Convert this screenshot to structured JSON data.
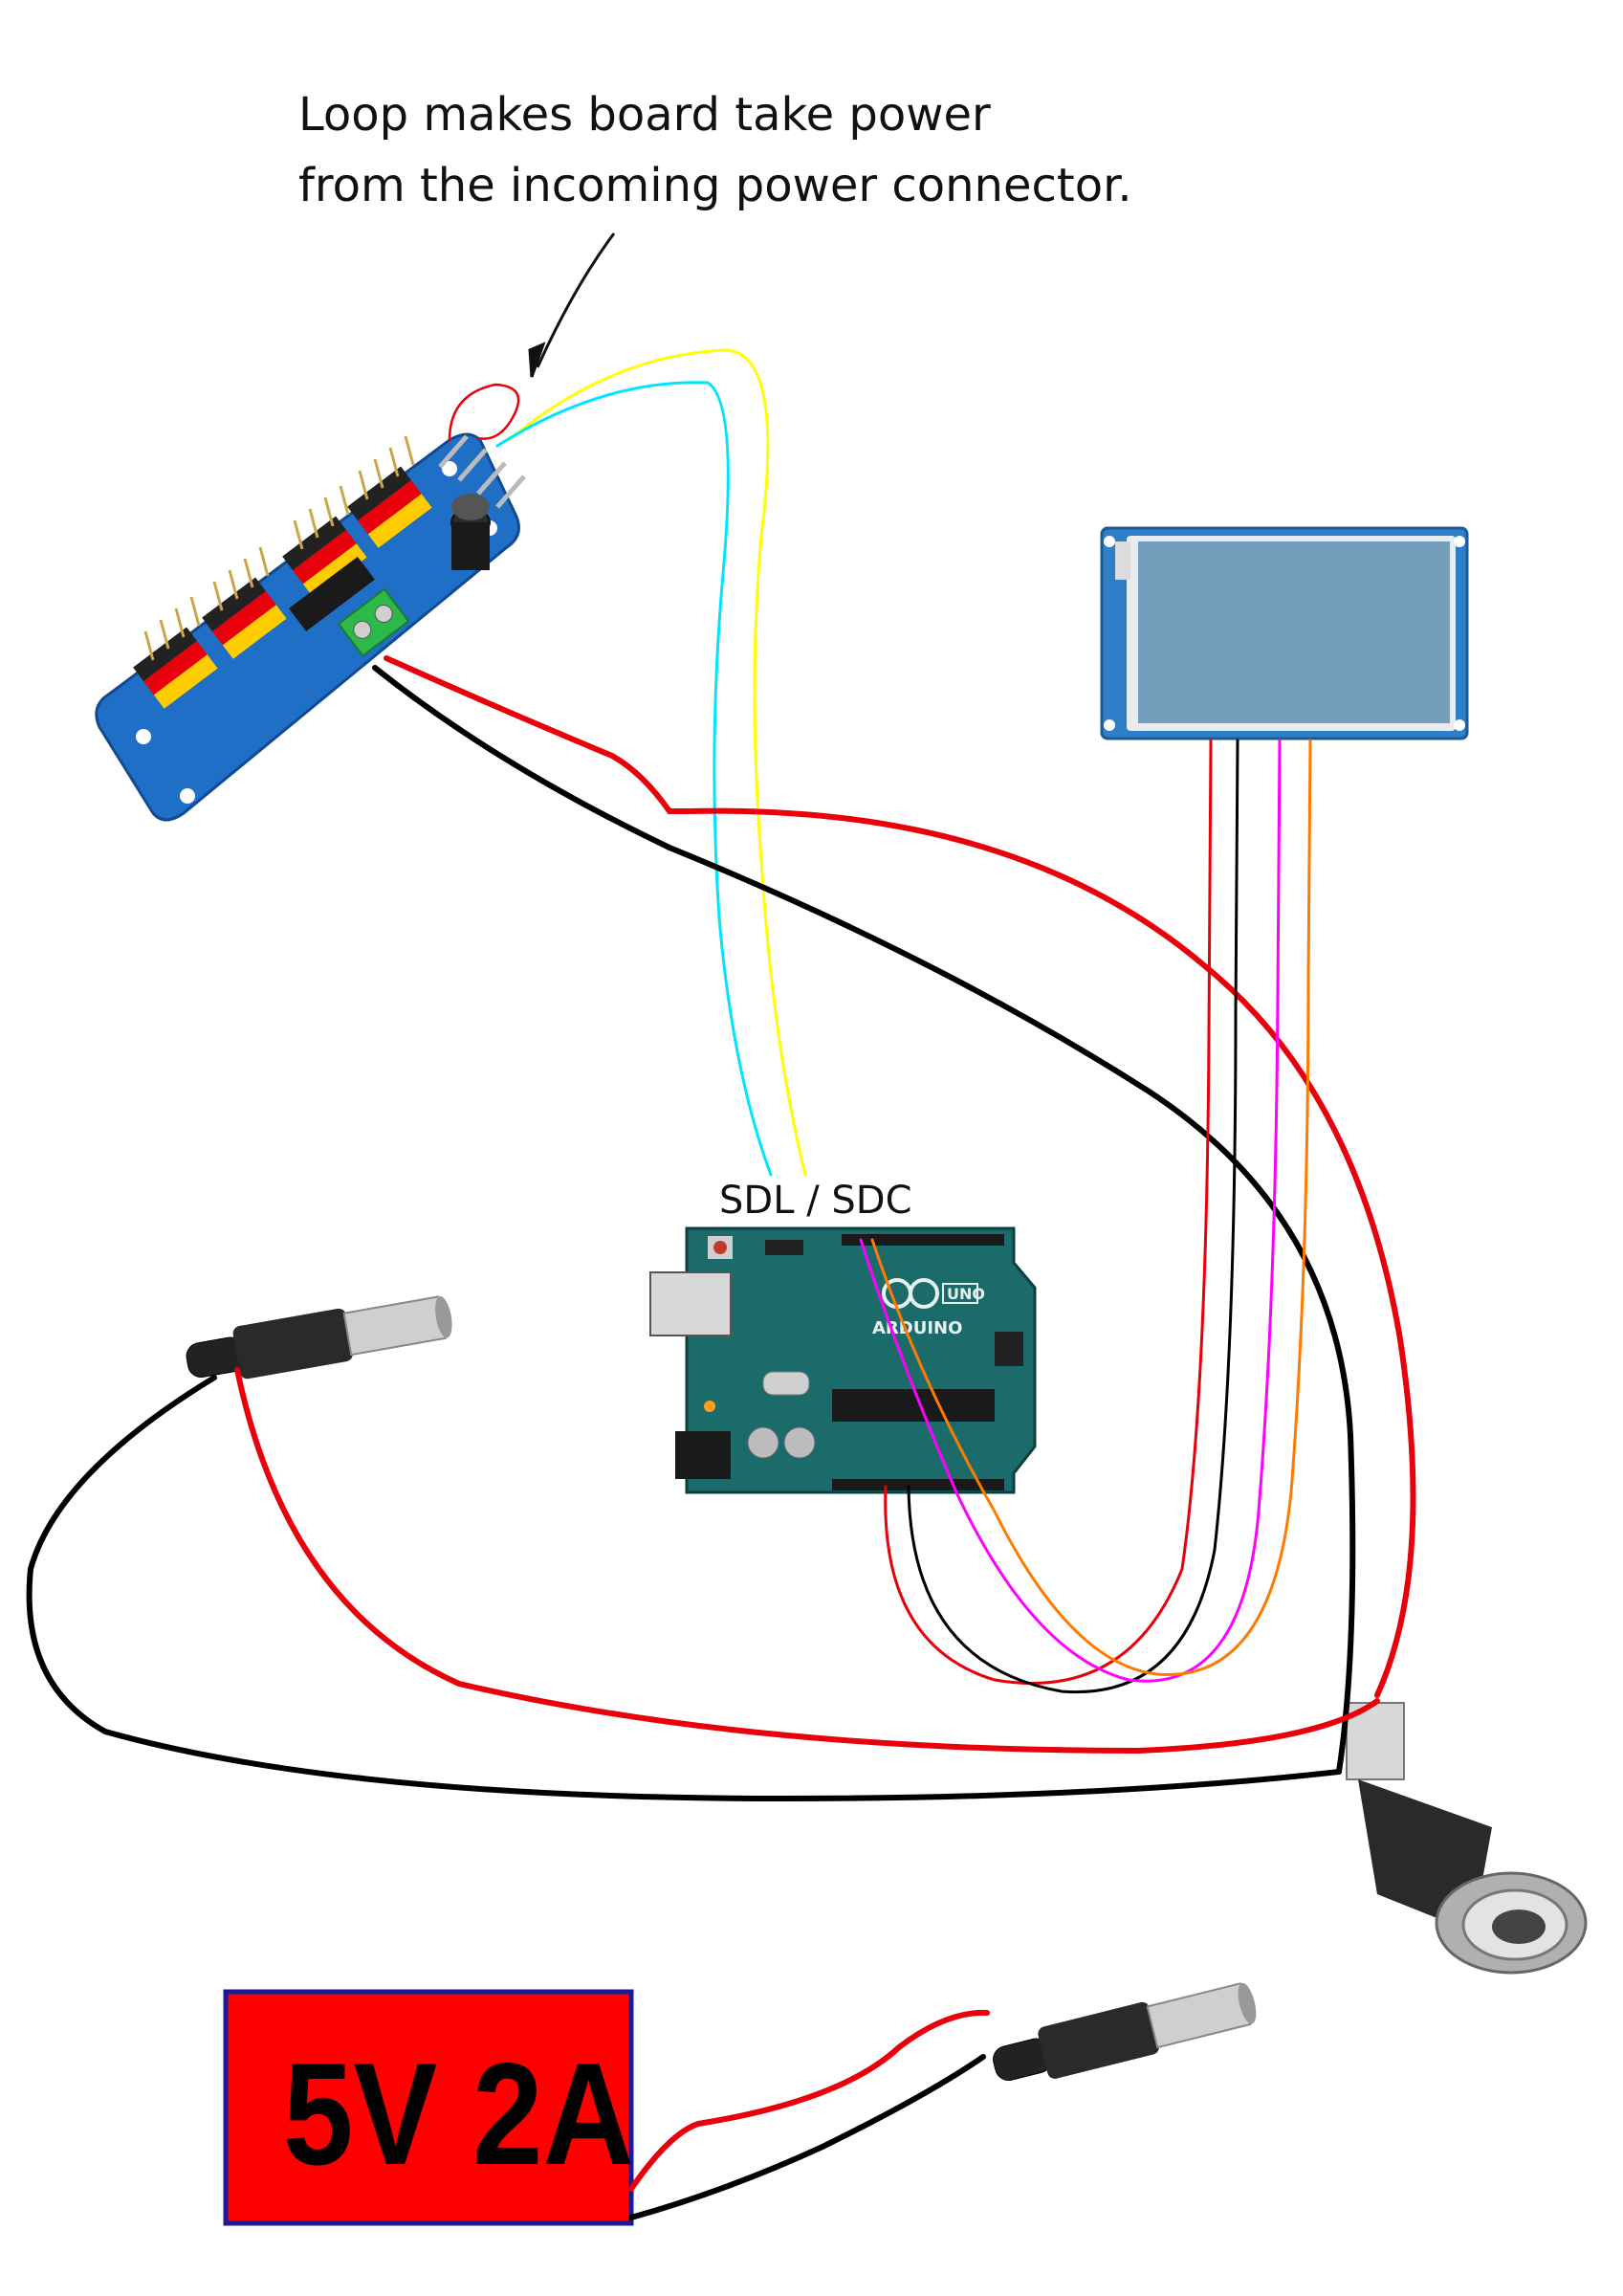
{
  "annotation": {
    "line1": "Loop makes board take power",
    "line2": "from the incoming power connector."
  },
  "arduino": {
    "bus_label": "SDL / SDC",
    "logo_text": "ARDUINO",
    "model_text": "UNO"
  },
  "power_supply": {
    "label": "5V 2A"
  },
  "colors": {
    "power_positive": "#e8000b",
    "ground": "#000000",
    "sda": "#ffff00",
    "scl": "#00e5ff",
    "display_tx": "#ff00ff",
    "display_rx": "#ff7a00",
    "pcb_servo_driver": "#1f6fc7",
    "pcb_arduino": "#1c6b6b",
    "psu_fill": "#ff0000",
    "psu_border": "#1a1a99"
  }
}
